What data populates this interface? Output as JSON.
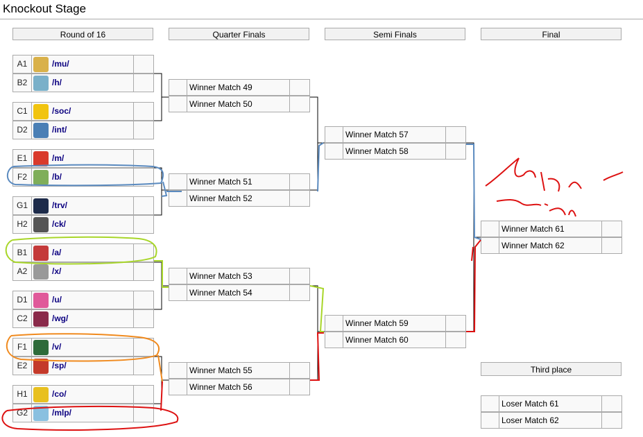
{
  "page": {
    "title": "Knockout Stage"
  },
  "rounds": {
    "r16": "Round of 16",
    "qf": "Quarter Finals",
    "sf": "Semi Finals",
    "final": "Final",
    "third": "Third place"
  },
  "r16": [
    {
      "seed": "A1",
      "team": "/mu/",
      "color": "#d9b14a"
    },
    {
      "seed": "B2",
      "team": "/h/",
      "color": "#7ab0c9"
    },
    {
      "seed": "C1",
      "team": "/soc/",
      "color": "#f1c40f"
    },
    {
      "seed": "D2",
      "team": "/int/",
      "color": "#4a7fb5"
    },
    {
      "seed": "E1",
      "team": "/m/",
      "color": "#d93a2b"
    },
    {
      "seed": "F2",
      "team": "/b/",
      "color": "#7fae5a"
    },
    {
      "seed": "G1",
      "team": "/trv/",
      "color": "#1d2b4a"
    },
    {
      "seed": "H2",
      "team": "/ck/",
      "color": "#555555"
    },
    {
      "seed": "B1",
      "team": "/a/",
      "color": "#c43a3a"
    },
    {
      "seed": "A2",
      "team": "/x/",
      "color": "#999999"
    },
    {
      "seed": "D1",
      "team": "/u/",
      "color": "#e05a9a"
    },
    {
      "seed": "C2",
      "team": "/wg/",
      "color": "#8a2a4a"
    },
    {
      "seed": "F1",
      "team": "/v/",
      "color": "#2e6b3a"
    },
    {
      "seed": "E2",
      "team": "/sp/",
      "color": "#c43a2a"
    },
    {
      "seed": "H1",
      "team": "/co/",
      "color": "#e8c020"
    },
    {
      "seed": "G2",
      "team": "/mlp/",
      "color": "#8ac0e0"
    }
  ],
  "qf": [
    "Winner Match 49",
    "Winner Match 50",
    "Winner Match 51",
    "Winner Match 52",
    "Winner Match 53",
    "Winner Match 54",
    "Winner Match 55",
    "Winner Match 56"
  ],
  "sf": [
    "Winner Match 57",
    "Winner Match 58",
    "Winner Match 59",
    "Winner Match 60"
  ],
  "final": [
    "Winner Match 61",
    "Winner Match 62"
  ],
  "third": [
    "Loser Match 61",
    "Loser Match 62"
  ],
  "annotation": {
    "text": "mlp wins",
    "color": "#dd1111"
  },
  "highlight_colors": {
    "blue": "#5a8abf",
    "green": "#a8d629",
    "orange": "#f08a1e",
    "red": "#dd1111"
  }
}
